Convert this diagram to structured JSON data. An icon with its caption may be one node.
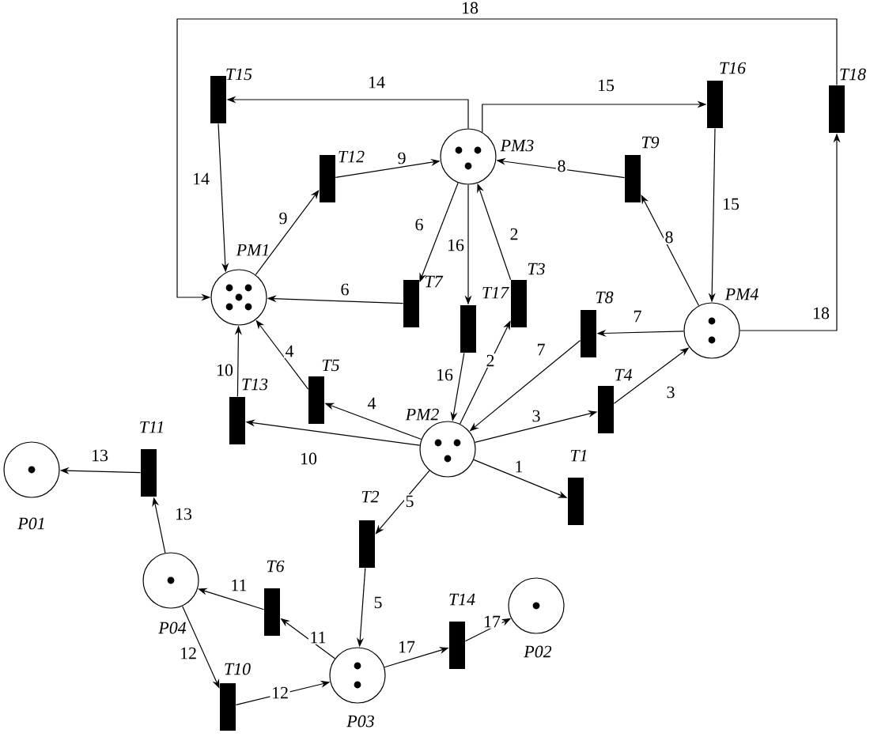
{
  "diagram": {
    "nodes": [
      {
        "text": [],
        "shape": "bar",
        "beside": [
          "T15"
        ]
      },
      {
        "text": [],
        "shape": "bar",
        "beside": [
          "T16"
        ]
      },
      {
        "text": [],
        "shape": "bar",
        "beside": [
          "T18"
        ]
      },
      {
        "text": [],
        "shape": "circle",
        "beside": [
          "PM3"
        ]
      },
      {
        "text": [],
        "shape": "bar",
        "beside": [
          "T12"
        ]
      },
      {
        "text": [],
        "shape": "bar",
        "beside": [
          "T9"
        ]
      },
      {
        "text": [],
        "shape": "circle",
        "beside": [
          "PM1"
        ]
      },
      {
        "text": [],
        "shape": "bar",
        "beside": [
          "T7"
        ]
      },
      {
        "text": [],
        "shape": "bar",
        "beside": [
          "T3"
        ]
      },
      {
        "text": [],
        "shape": "bar",
        "beside": [
          "T17"
        ]
      },
      {
        "text": [],
        "shape": "bar",
        "beside": [
          "T8"
        ]
      },
      {
        "text": [],
        "shape": "circle",
        "beside": [
          "PM4"
        ]
      },
      {
        "text": [],
        "shape": "bar",
        "beside": [
          "T5"
        ]
      },
      {
        "text": [],
        "shape": "bar",
        "beside": [
          "T13"
        ]
      },
      {
        "text": [],
        "shape": "bar",
        "beside": [
          "T4"
        ]
      },
      {
        "text": [],
        "shape": "circle",
        "beside": [
          "PM2"
        ]
      },
      {
        "text": [],
        "shape": "bar",
        "beside": [
          "T1"
        ]
      },
      {
        "text": [],
        "shape": "bar",
        "beside": [
          "T11"
        ]
      },
      {
        "text": [],
        "shape": "circle",
        "beside": [
          "P01"
        ]
      },
      {
        "text": [],
        "shape": "bar",
        "beside": [
          "T2"
        ]
      },
      {
        "text": [],
        "shape": "bar",
        "beside": [
          "T6"
        ]
      },
      {
        "text": [],
        "shape": "circle",
        "beside": [
          "P04"
        ]
      },
      {
        "text": [],
        "shape": "bar",
        "beside": [
          "T14"
        ]
      },
      {
        "text": [],
        "shape": "circle",
        "beside": [
          "P02"
        ]
      },
      {
        "text": [],
        "shape": "bar",
        "beside": [
          "T10"
        ]
      },
      {
        "text": [],
        "shape": "circle",
        "beside": [
          "P03"
        ]
      }
    ],
    "edges": [
      {
        "from": 3,
        "to": 0,
        "arrow": "to",
        "label": "14"
      },
      {
        "from": 0,
        "to": 6,
        "arrow": "to",
        "label": "14"
      },
      {
        "from": 6,
        "to": 4,
        "arrow": "to",
        "label": "9"
      },
      {
        "from": 4,
        "to": 3,
        "arrow": "to",
        "label": "9"
      },
      {
        "from": 3,
        "to": 1,
        "arrow": "to",
        "label": "15"
      },
      {
        "from": 1,
        "to": 11,
        "arrow": "to",
        "label": "15"
      },
      {
        "from": 11,
        "to": 2,
        "arrow": "to",
        "label": "18"
      },
      {
        "from": 2,
        "to": 6,
        "arrow": "to",
        "label": "18"
      },
      {
        "from": 5,
        "to": 3,
        "arrow": "to",
        "label": "8"
      },
      {
        "from": 11,
        "to": 5,
        "arrow": "to",
        "label": "8"
      },
      {
        "from": 3,
        "to": 7,
        "arrow": "to",
        "label": "6"
      },
      {
        "from": 7,
        "to": 6,
        "arrow": "to",
        "label": "6"
      },
      {
        "from": 3,
        "to": 9,
        "arrow": "to",
        "label": "16"
      },
      {
        "from": 9,
        "to": 15,
        "arrow": "to",
        "label": "16"
      },
      {
        "from": 15,
        "to": 8,
        "arrow": "to",
        "label": "2"
      },
      {
        "from": 8,
        "to": 3,
        "arrow": "to",
        "label": "2"
      },
      {
        "from": 11,
        "to": 10,
        "arrow": "to",
        "label": "7"
      },
      {
        "from": 10,
        "to": 15,
        "arrow": "to",
        "label": "7"
      },
      {
        "from": 15,
        "to": 14,
        "arrow": "to",
        "label": "3"
      },
      {
        "from": 14,
        "to": 11,
        "arrow": "to",
        "label": "3"
      },
      {
        "from": 15,
        "to": 12,
        "arrow": "to",
        "label": "4"
      },
      {
        "from": 12,
        "to": 6,
        "arrow": "to",
        "label": "4"
      },
      {
        "from": 15,
        "to": 13,
        "arrow": "to",
        "label": "10"
      },
      {
        "from": 13,
        "to": 6,
        "arrow": "to",
        "label": "10"
      },
      {
        "from": 15,
        "to": 16,
        "arrow": "to",
        "label": "1"
      },
      {
        "from": 15,
        "to": 19,
        "arrow": "to",
        "label": "5"
      },
      {
        "from": 19,
        "to": 25,
        "arrow": "to",
        "label": "5"
      },
      {
        "from": 25,
        "to": 20,
        "arrow": "to",
        "label": "11"
      },
      {
        "from": 20,
        "to": 21,
        "arrow": "to",
        "label": "11"
      },
      {
        "from": 21,
        "to": 24,
        "arrow": "to",
        "label": "12"
      },
      {
        "from": 24,
        "to": 25,
        "arrow": "to",
        "label": "12"
      },
      {
        "from": 21,
        "to": 17,
        "arrow": "to",
        "label": "13"
      },
      {
        "from": 17,
        "to": 18,
        "arrow": "to",
        "label": "13"
      },
      {
        "from": 25,
        "to": 22,
        "arrow": "to",
        "label": "17"
      },
      {
        "from": 22,
        "to": 23,
        "arrow": "to",
        "label": "17"
      }
    ]
  }
}
